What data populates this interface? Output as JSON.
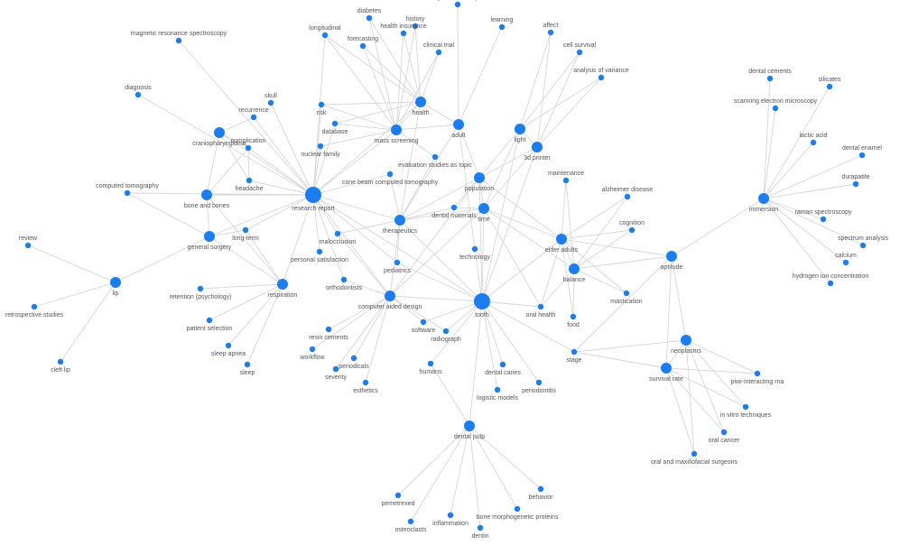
{
  "colors": {
    "node": "#1a7ef2",
    "edge": "#d6d6d6",
    "label": "#555555"
  },
  "nodes": [
    {
      "id": "research-report",
      "label": "research report",
      "size": "large"
    },
    {
      "id": "tooth",
      "label": "tooth",
      "size": "large"
    },
    {
      "id": "computer-aided-design",
      "label": "computer aided design",
      "size": "medium"
    },
    {
      "id": "therapeutics",
      "label": "therapeutics",
      "size": "medium"
    },
    {
      "id": "health",
      "label": "health",
      "size": "medium"
    },
    {
      "id": "mass-screening",
      "label": "mass screening",
      "size": "medium"
    },
    {
      "id": "elder-adults",
      "label": "elder adults",
      "size": "medium"
    },
    {
      "id": "balance",
      "label": "balance",
      "size": "medium"
    },
    {
      "id": "time",
      "label": "time",
      "size": "medium"
    },
    {
      "id": "immersion",
      "label": "immersion",
      "size": "medium"
    },
    {
      "id": "neoplasms",
      "label": "neoplasms",
      "size": "medium"
    },
    {
      "id": "survival-rate",
      "label": "survival rate",
      "size": "medium"
    },
    {
      "id": "respiration",
      "label": "respiration",
      "size": "medium"
    },
    {
      "id": "3d-printer",
      "label": "3d printer",
      "size": "medium"
    },
    {
      "id": "light",
      "label": "light",
      "size": "medium"
    },
    {
      "id": "dental-pulp",
      "label": "dental pulp",
      "size": "medium"
    },
    {
      "id": "population",
      "label": "population",
      "size": "medium"
    },
    {
      "id": "lip",
      "label": "lip",
      "size": "medium"
    },
    {
      "id": "general-surgery",
      "label": "general surgery",
      "size": "medium"
    },
    {
      "id": "bone-and-bones",
      "label": "bone and bones",
      "size": "medium"
    },
    {
      "id": "craniopharyngioma",
      "label": "craniopharyngioma",
      "size": "medium"
    },
    {
      "id": "adult",
      "label": "adult",
      "size": "medium"
    },
    {
      "id": "aptitude",
      "label": "aptitude",
      "size": "medium"
    },
    {
      "id": "gender-identity",
      "label": "gender identity",
      "size": "small"
    },
    {
      "id": "diabetes",
      "label": "diabetes",
      "size": "small"
    },
    {
      "id": "history",
      "label": "history",
      "size": "small"
    },
    {
      "id": "health-insurance",
      "label": "health insurance",
      "size": "small"
    },
    {
      "id": "longitudinal",
      "label": "longitudinal",
      "size": "small"
    },
    {
      "id": "forecasting",
      "label": "forecasting",
      "size": "small"
    },
    {
      "id": "clinical-trial",
      "label": "clinical trial",
      "size": "small"
    },
    {
      "id": "learning",
      "label": "learning",
      "size": "small"
    },
    {
      "id": "affect",
      "label": "affect",
      "size": "small"
    },
    {
      "id": "cell-survival",
      "label": "cell survival",
      "size": "small"
    },
    {
      "id": "analysis-of-variance",
      "label": "analysis of variance",
      "size": "small"
    },
    {
      "id": "magnetic-resonance-spectroscopy",
      "label": "magnetic resonance spectroscopy",
      "size": "small"
    },
    {
      "id": "diagnosis",
      "label": "diagnosis",
      "size": "small"
    },
    {
      "id": "skull",
      "label": "skull",
      "size": "small"
    },
    {
      "id": "recurrence",
      "label": "recurrence",
      "size": "small"
    },
    {
      "id": "risk",
      "label": "risk",
      "size": "small"
    },
    {
      "id": "database",
      "label": "database",
      "size": "small"
    },
    {
      "id": "nuclear-family",
      "label": "nuclear family",
      "size": "small"
    },
    {
      "id": "complication",
      "label": "complication",
      "size": "small"
    },
    {
      "id": "headache",
      "label": "headache",
      "size": "small"
    },
    {
      "id": "evaluation-studies-as-topic",
      "label": "evaluation studies as topic",
      "size": "small"
    },
    {
      "id": "cone-beam-computed-tomography",
      "label": "cone beam computed tomography",
      "size": "small"
    },
    {
      "id": "computed-tomography",
      "label": "computed tomography",
      "size": "small"
    },
    {
      "id": "dental-materials",
      "label": "dental materials",
      "size": "small"
    },
    {
      "id": "maintenance",
      "label": "maintenance",
      "size": "small"
    },
    {
      "id": "alzheimer-disease",
      "label": "alzheimer disease",
      "size": "small"
    },
    {
      "id": "cognition",
      "label": "cognition",
      "size": "small"
    },
    {
      "id": "long-term",
      "label": "long-term",
      "size": "small"
    },
    {
      "id": "malocclusion",
      "label": "malocclusion",
      "size": "small"
    },
    {
      "id": "review",
      "label": "review",
      "size": "small"
    },
    {
      "id": "personal-satisfaction",
      "label": "personal satisfaction",
      "size": "small"
    },
    {
      "id": "technology",
      "label": "technology",
      "size": "small"
    },
    {
      "id": "pediatrics",
      "label": "pediatrics",
      "size": "small"
    },
    {
      "id": "orthodontists",
      "label": "orthodontists",
      "size": "small"
    },
    {
      "id": "retention-psychology",
      "label": "retention (psychology)",
      "size": "small"
    },
    {
      "id": "mastication",
      "label": "mastication",
      "size": "small"
    },
    {
      "id": "oral-health",
      "label": "oral health",
      "size": "small"
    },
    {
      "id": "food",
      "label": "food",
      "size": "small"
    },
    {
      "id": "retrospective-studies",
      "label": "retrospective studies",
      "size": "small"
    },
    {
      "id": "patient-selection",
      "label": "patient selection",
      "size": "small"
    },
    {
      "id": "resin-cements",
      "label": "resin cements",
      "size": "small"
    },
    {
      "id": "software",
      "label": "software",
      "size": "small"
    },
    {
      "id": "radiograph",
      "label": "radiograph",
      "size": "small"
    },
    {
      "id": "workflow",
      "label": "workflow",
      "size": "small"
    },
    {
      "id": "sleep-apnea",
      "label": "sleep apnea",
      "size": "small"
    },
    {
      "id": "periodicals",
      "label": "periodicals",
      "size": "small"
    },
    {
      "id": "severity",
      "label": "severity",
      "size": "small"
    },
    {
      "id": "sleep",
      "label": "sleep",
      "size": "small"
    },
    {
      "id": "esthetics",
      "label": "esthetics",
      "size": "small"
    },
    {
      "id": "humans",
      "label": "humans",
      "size": "small"
    },
    {
      "id": "dental-caries",
      "label": "dental caries",
      "size": "small"
    },
    {
      "id": "periodontitis",
      "label": "periodontitis",
      "size": "small"
    },
    {
      "id": "logistic-models",
      "label": "logistic models",
      "size": "small"
    },
    {
      "id": "stage",
      "label": "stage",
      "size": "small"
    },
    {
      "id": "cleft-lip",
      "label": "cleft lip",
      "size": "small"
    },
    {
      "id": "piwi-interacting-rna",
      "label": "piwi-interacting rna",
      "size": "small"
    },
    {
      "id": "in-vitro-techniques",
      "label": "in vitro techniques",
      "size": "small"
    },
    {
      "id": "oral-cancer",
      "label": "oral cancer",
      "size": "small"
    },
    {
      "id": "oral-and-maxillofacial-surgeons",
      "label": "oral and maxillofacial surgeons",
      "size": "small"
    },
    {
      "id": "dental-cements",
      "label": "dental cements",
      "size": "small"
    },
    {
      "id": "silicates",
      "label": "silicates",
      "size": "small"
    },
    {
      "id": "scanning-electron-microscopy",
      "label": "scanning electron microscopy",
      "size": "small"
    },
    {
      "id": "lactic-acid",
      "label": "lactic acid",
      "size": "small"
    },
    {
      "id": "dental-enamel",
      "label": "dental enamel",
      "size": "small"
    },
    {
      "id": "durapatite",
      "label": "durapatite",
      "size": "small"
    },
    {
      "id": "raman-spectroscopy",
      "label": "raman spectroscopy",
      "size": "small"
    },
    {
      "id": "spectrum-analysis",
      "label": "spectrum analysis",
      "size": "small"
    },
    {
      "id": "calcium",
      "label": "calcium",
      "size": "small"
    },
    {
      "id": "hydrogen-ion-concentration",
      "label": "hydrogen ion concentration",
      "size": "small"
    },
    {
      "id": "pemetrexed",
      "label": "pemetrexed",
      "size": "small"
    },
    {
      "id": "behavior",
      "label": "behavior",
      "size": "small"
    },
    {
      "id": "bone-morphogenetic-proteins",
      "label": "bone morphogenetic proteins",
      "size": "small"
    },
    {
      "id": "inflammation",
      "label": "inflammation",
      "size": "small"
    },
    {
      "id": "osteoclasts",
      "label": "osteoclasts",
      "size": "small"
    },
    {
      "id": "dentin",
      "label": "dentin",
      "size": "small"
    }
  ],
  "edges": [
    [
      "research-report",
      "magnetic-resonance-spectroscopy"
    ],
    [
      "research-report",
      "diagnosis"
    ],
    [
      "research-report",
      "craniopharyngioma"
    ],
    [
      "research-report",
      "skull"
    ],
    [
      "research-report",
      "recurrence"
    ],
    [
      "research-report",
      "complication"
    ],
    [
      "research-report",
      "headache"
    ],
    [
      "research-report",
      "bone-and-bones"
    ],
    [
      "research-report",
      "risk"
    ],
    [
      "research-report",
      "database"
    ],
    [
      "research-report",
      "nuclear-family"
    ],
    [
      "research-report",
      "mass-screening"
    ],
    [
      "research-report",
      "health"
    ],
    [
      "research-report",
      "longitudinal"
    ],
    [
      "research-report",
      "general-surgery"
    ],
    [
      "research-report",
      "respiration"
    ],
    [
      "research-report",
      "long-term"
    ],
    [
      "research-report",
      "malocclusion"
    ],
    [
      "research-report",
      "therapeutics"
    ],
    [
      "research-report",
      "personal-satisfaction"
    ],
    [
      "research-report",
      "computer-aided-design"
    ],
    [
      "research-report",
      "tooth"
    ],
    [
      "research-report",
      "orthodontists"
    ],
    [
      "research-report",
      "cone-beam-computed-tomography"
    ],
    [
      "research-report",
      "computed-tomography"
    ],
    [
      "research-report",
      "pediatrics"
    ],
    [
      "health",
      "diabetes"
    ],
    [
      "health",
      "history"
    ],
    [
      "health",
      "health-insurance"
    ],
    [
      "health",
      "forecasting"
    ],
    [
      "health",
      "clinical-trial"
    ],
    [
      "health",
      "longitudinal"
    ],
    [
      "health",
      "mass-screening"
    ],
    [
      "health",
      "risk"
    ],
    [
      "health",
      "database"
    ],
    [
      "health",
      "adult"
    ],
    [
      "health",
      "therapeutics"
    ],
    [
      "mass-screening",
      "diabetes"
    ],
    [
      "mass-screening",
      "history"
    ],
    [
      "mass-screening",
      "health-insurance"
    ],
    [
      "mass-screening",
      "forecasting"
    ],
    [
      "mass-screening",
      "clinical-trial"
    ],
    [
      "mass-screening",
      "longitudinal"
    ],
    [
      "mass-screening",
      "risk"
    ],
    [
      "mass-screening",
      "database"
    ],
    [
      "mass-screening",
      "nuclear-family"
    ],
    [
      "mass-screening",
      "evaluation-studies-as-topic"
    ],
    [
      "mass-screening",
      "adult"
    ],
    [
      "adult",
      "gender-identity"
    ],
    [
      "adult",
      "learning"
    ],
    [
      "adult",
      "therapeutics"
    ],
    [
      "adult",
      "population"
    ],
    [
      "adult",
      "technology"
    ],
    [
      "light",
      "affect"
    ],
    [
      "light",
      "cell-survival"
    ],
    [
      "light",
      "analysis-of-variance"
    ],
    [
      "light",
      "dental-materials"
    ],
    [
      "light",
      "tooth"
    ],
    [
      "light",
      "time"
    ],
    [
      "light",
      "3d-printer"
    ],
    [
      "3d-printer",
      "affect"
    ],
    [
      "3d-printer",
      "analysis-of-variance"
    ],
    [
      "3d-printer",
      "cell-survival"
    ],
    [
      "3d-printer",
      "tooth"
    ],
    [
      "3d-printer",
      "time"
    ],
    [
      "3d-printer",
      "population"
    ],
    [
      "therapeutics",
      "computer-aided-design"
    ],
    [
      "therapeutics",
      "tooth"
    ],
    [
      "therapeutics",
      "time"
    ],
    [
      "therapeutics",
      "population"
    ],
    [
      "therapeutics",
      "dental-materials"
    ],
    [
      "therapeutics",
      "cone-beam-computed-tomography"
    ],
    [
      "therapeutics",
      "malocclusion"
    ],
    [
      "therapeutics",
      "pediatrics"
    ],
    [
      "therapeutics",
      "evaluation-studies-as-topic"
    ],
    [
      "population",
      "elder-adults"
    ],
    [
      "population",
      "tooth"
    ],
    [
      "population",
      "computer-aided-design"
    ],
    [
      "population",
      "time"
    ],
    [
      "time",
      "elder-adults"
    ],
    [
      "time",
      "balance"
    ],
    [
      "time",
      "tooth"
    ],
    [
      "time",
      "computer-aided-design"
    ],
    [
      "time",
      "dental-materials"
    ],
    [
      "time",
      "oral-health"
    ],
    [
      "elder-adults",
      "maintenance"
    ],
    [
      "elder-adults",
      "alzheimer-disease"
    ],
    [
      "elder-adults",
      "cognition"
    ],
    [
      "elder-adults",
      "mastication"
    ],
    [
      "elder-adults",
      "oral-health"
    ],
    [
      "elder-adults",
      "food"
    ],
    [
      "elder-adults",
      "balance"
    ],
    [
      "elder-adults",
      "tooth"
    ],
    [
      "elder-adults",
      "aptitude"
    ],
    [
      "balance",
      "maintenance"
    ],
    [
      "balance",
      "alzheimer-disease"
    ],
    [
      "balance",
      "cognition"
    ],
    [
      "balance",
      "mastication"
    ],
    [
      "balance",
      "oral-health"
    ],
    [
      "balance",
      "food"
    ],
    [
      "balance",
      "aptitude"
    ],
    [
      "tooth",
      "computer-aided-design"
    ],
    [
      "tooth",
      "dental-pulp"
    ],
    [
      "tooth",
      "dental-caries"
    ],
    [
      "tooth",
      "periodontitis"
    ],
    [
      "tooth",
      "logistic-models"
    ],
    [
      "tooth",
      "oral-health"
    ],
    [
      "tooth",
      "stage"
    ],
    [
      "tooth",
      "humans"
    ],
    [
      "tooth",
      "software"
    ],
    [
      "tooth",
      "radiograph"
    ],
    [
      "tooth",
      "technology"
    ],
    [
      "tooth",
      "pediatrics"
    ],
    [
      "computer-aided-design",
      "resin-cements"
    ],
    [
      "computer-aided-design",
      "workflow"
    ],
    [
      "computer-aided-design",
      "periodicals"
    ],
    [
      "computer-aided-design",
      "severity"
    ],
    [
      "computer-aided-design",
      "esthetics"
    ],
    [
      "computer-aided-design",
      "software"
    ],
    [
      "computer-aided-design",
      "radiograph"
    ],
    [
      "computer-aided-design",
      "malocclusion"
    ],
    [
      "computer-aided-design",
      "orthodontists"
    ],
    [
      "respiration",
      "retention-psychology"
    ],
    [
      "respiration",
      "patient-selection"
    ],
    [
      "respiration",
      "sleep-apnea"
    ],
    [
      "respiration",
      "sleep"
    ],
    [
      "respiration",
      "general-surgery"
    ],
    [
      "respiration",
      "bone-and-bones"
    ],
    [
      "respiration",
      "long-term"
    ],
    [
      "general-surgery",
      "lip"
    ],
    [
      "general-surgery",
      "bone-and-bones"
    ],
    [
      "general-surgery",
      "computed-tomography"
    ],
    [
      "general-surgery",
      "long-term"
    ],
    [
      "lip",
      "review"
    ],
    [
      "lip",
      "retrospective-studies"
    ],
    [
      "lip",
      "cleft-lip"
    ],
    [
      "craniopharyngioma",
      "complication"
    ],
    [
      "craniopharyngioma",
      "headache"
    ],
    [
      "craniopharyngioma",
      "recurrence"
    ],
    [
      "craniopharyngioma",
      "bone-and-bones"
    ],
    [
      "complication",
      "headache"
    ],
    [
      "complication",
      "bone-and-bones"
    ],
    [
      "dental-pulp",
      "pemetrexed"
    ],
    [
      "dental-pulp",
      "behavior"
    ],
    [
      "dental-pulp",
      "bone-morphogenetic-proteins"
    ],
    [
      "dental-pulp",
      "inflammation"
    ],
    [
      "dental-pulp",
      "osteoclasts"
    ],
    [
      "dental-pulp",
      "dentin"
    ],
    [
      "dental-pulp",
      "humans"
    ],
    [
      "aptitude",
      "neoplasms"
    ],
    [
      "aptitude",
      "survival-rate"
    ],
    [
      "aptitude",
      "immersion"
    ],
    [
      "aptitude",
      "stage"
    ],
    [
      "neoplasms",
      "survival-rate"
    ],
    [
      "neoplasms",
      "piwi-interacting-rna"
    ],
    [
      "neoplasms",
      "in-vitro-techniques"
    ],
    [
      "neoplasms",
      "oral-cancer"
    ],
    [
      "neoplasms",
      "oral-and-maxillofacial-surgeons"
    ],
    [
      "neoplasms",
      "stage"
    ],
    [
      "survival-rate",
      "piwi-interacting-rna"
    ],
    [
      "survival-rate",
      "in-vitro-techniques"
    ],
    [
      "survival-rate",
      "oral-cancer"
    ],
    [
      "survival-rate",
      "oral-and-maxillofacial-surgeons"
    ],
    [
      "survival-rate",
      "stage"
    ],
    [
      "immersion",
      "dental-cements"
    ],
    [
      "immersion",
      "silicates"
    ],
    [
      "immersion",
      "scanning-electron-microscopy"
    ],
    [
      "immersion",
      "lactic-acid"
    ],
    [
      "immersion",
      "dental-enamel"
    ],
    [
      "immersion",
      "durapatite"
    ],
    [
      "immersion",
      "raman-spectroscopy"
    ],
    [
      "immersion",
      "spectrum-analysis"
    ],
    [
      "immersion",
      "calcium"
    ],
    [
      "immersion",
      "hydrogen-ion-concentration"
    ]
  ]
}
